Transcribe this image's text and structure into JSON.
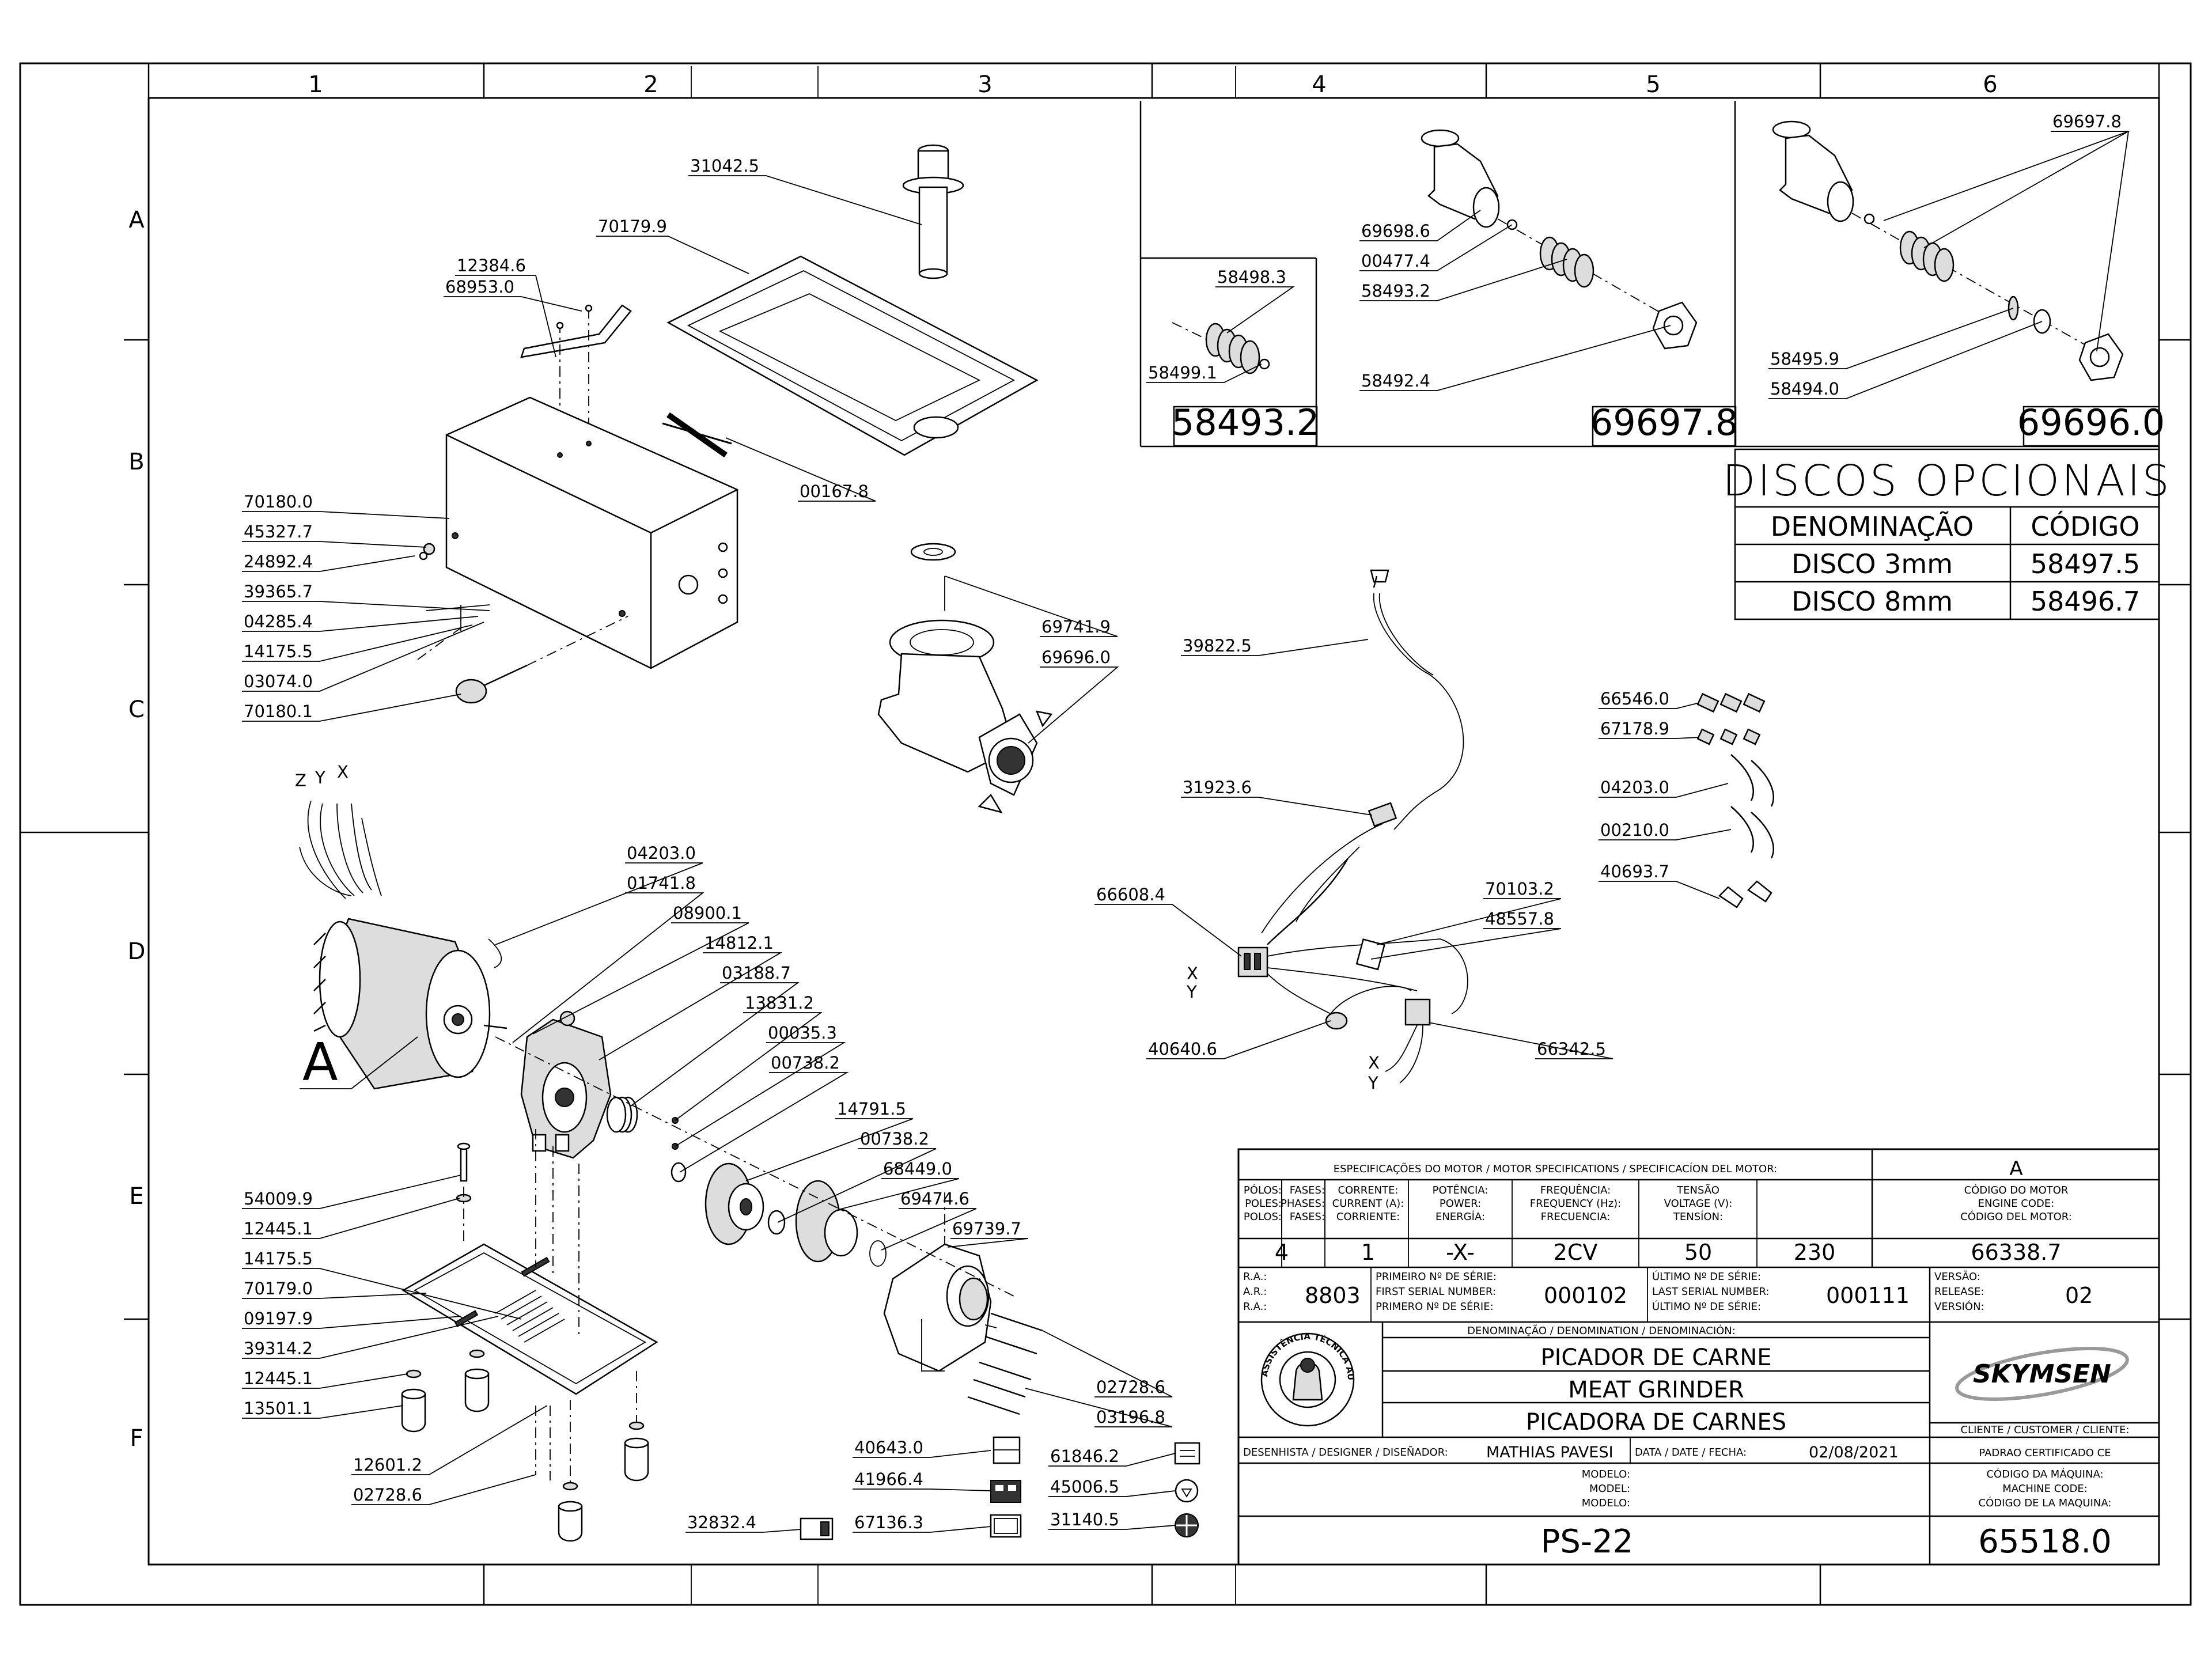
{
  "border": {
    "columns": [
      "1",
      "2",
      "3",
      "4",
      "5",
      "6"
    ],
    "rows": [
      "A",
      "B",
      "C",
      "D",
      "E",
      "F"
    ]
  },
  "parts": {
    "p31042_5": "31042.5",
    "p70179_9": "70179.9",
    "p12384_6": "12384.6",
    "p68953_0": "68953.0",
    "p00167_8": "00167.8",
    "p70180_0": "70180.0",
    "p45327_7": "45327.7",
    "p24892_4": "24892.4",
    "p39365_7": "39365.7",
    "p04285_4": "04285.4",
    "p14175_5a": "14175.5",
    "p03074_0": "03074.0",
    "p70180_1": "70180.1",
    "p69741_9": "69741.9",
    "p69696_0a": "69696.0",
    "p04203_0a": "04203.0",
    "p01741_8": "01741.8",
    "p08900_1": "08900.1",
    "p14812_1": "14812.1",
    "p03188_7": "03188.7",
    "p13831_2": "13831.2",
    "p00035_3": "00035.3",
    "p00738_2a": "00738.2",
    "p14791_5": "14791.5",
    "p00738_2b": "00738.2",
    "p68449_0": "68449.0",
    "p69474_6": "69474.6",
    "p69739_7": "69739.7",
    "p54009_9": "54009.9",
    "p12445_1a": "12445.1",
    "p14175_5b": "14175.5",
    "p70179_0": "70179.0",
    "p09197_9": "09197.9",
    "p39314_2": "39314.2",
    "p12445_1b": "12445.1",
    "p13501_1": "13501.1",
    "p12601_2": "12601.2",
    "p02728_6a": "02728.6",
    "p02728_6b": "02728.6",
    "p03196_8": "03196.8",
    "p40643_0": "40643.0",
    "p41966_4": "41966.4",
    "p67136_3": "67136.3",
    "p32832_4": "32832.4",
    "p61846_2": "61846.2",
    "p45006_5": "45006.5",
    "p31140_5": "31140.5",
    "p39822_5": "39822.5",
    "p31923_6": "31923.6",
    "p66608_4": "66608.4",
    "p70103_2": "70103.2",
    "p48557_8": "48557.8",
    "p40640_6": "40640.6",
    "p66342_5": "66342.5",
    "p66546_0": "66546.0",
    "p67178_9": "67178.9",
    "p04203_0b": "04203.0",
    "p00210_0": "00210.0",
    "p40693_7": "40693.7",
    "p58498_3": "58498.3",
    "p58499_1": "58499.1",
    "p69698_6": "69698.6",
    "p00477_4": "00477.4",
    "p58493_2": "58493.2",
    "p58492_4": "58492.4",
    "p69697_8": "69697.8",
    "p58495_9": "58495.9",
    "p58494_0": "58494.0"
  },
  "detail_boxes": {
    "box1": "58493.2",
    "box2": "69697.8",
    "box3": "69696.0"
  },
  "view_letter": "A",
  "axes_labels": {
    "z": "Z",
    "y": "Y",
    "x": "X",
    "wx": "X",
    "wy": "Y",
    "sx": "X",
    "sy": "Y"
  },
  "discos": {
    "title": "DISCOS OPCIONAIS",
    "col_name": "DENOMINAÇÃO",
    "col_code": "CÓDIGO",
    "rows": [
      {
        "name": "DISCO 3mm",
        "code": "58497.5"
      },
      {
        "name": "DISCO 8mm",
        "code": "58496.7"
      }
    ]
  },
  "title_block": {
    "motor_spec_header": "ESPECIFICAÇÕES DO MOTOR / MOTOR SPECIFICATIONS / SPECIFICACÍON DEL MOTOR:",
    "version_letter": "A",
    "poles_label": [
      "PÓLOS:",
      "POLES:",
      "POLOS:"
    ],
    "phases_label": [
      "FASES:",
      "PHASES:",
      "FASES:"
    ],
    "current_label": [
      "CORRENTE:",
      "CURRENT (A):",
      "CORRIENTE:"
    ],
    "power_label": [
      "POTÊNCIA:",
      "POWER:",
      "ENERGÍA:"
    ],
    "frequency_label": [
      "FREQUÊNCIA:",
      "FREQUENCY (Hz):",
      "FRECUENCIA:"
    ],
    "voltage_label": [
      "TENSÃO",
      "VOLTAGE (V):",
      "TENSÍON:"
    ],
    "engine_code_label": [
      "CÓDIGO DO MOTOR",
      "ENGINE CODE:",
      "CÓDIGO DEL MOTOR:"
    ],
    "poles": "4",
    "phases": "1",
    "current": "-X-",
    "power": "2CV",
    "frequency": "50",
    "voltage": "230",
    "engine_code": "66338.7",
    "ar_label": [
      "R.A.:",
      "A.R.:",
      "R.A.:"
    ],
    "ar": "8803",
    "first_serial_label": [
      "PRIMEIRO Nº DE SÉRIE:",
      "FIRST SERIAL NUMBER:",
      "PRIMERO Nº DE SÉRIE:"
    ],
    "first_serial": "000102",
    "last_serial_label": [
      "ÚLTIMO Nº DE SÉRIE:",
      "LAST SERIAL NUMBER:",
      "ÚLTIMO Nº DE SÉRIE:"
    ],
    "last_serial": "000111",
    "release_label": [
      "VERSÃO:",
      "RELEASE:",
      "VERSIÓN:"
    ],
    "release": "02",
    "denomination_label": "DENOMINAÇÃO / DENOMINATION / DENOMINACIÓN:",
    "name_pt": "PICADOR DE CARNE",
    "name_en": "MEAT GRINDER",
    "name_es": "PICADORA DE CARNES",
    "brand": "SKYMSEN",
    "seal_text": "ASSISTÊNCIA TÉCNICA AUTORIZADA",
    "client_label": "CLIENTE / CUSTOMER / CLIENTE:",
    "client": "PADRAO CERTIFICADO CE",
    "designer_label": "DESENHISTA / DESIGNER / DISEÑADOR:",
    "designer": "MATHIAS PAVESI",
    "date_label": "DATA / DATE / FECHA:",
    "date": "02/08/2021",
    "model_label": [
      "MODELO:",
      "MODEL:",
      "MODELO:"
    ],
    "machine_code_label": [
      "CÓDIGO DA MÁQUINA:",
      "MACHINE CODE:",
      "CÓDIGO DE LA MAQUINA:"
    ],
    "model": "PS-22",
    "machine_code": "65518.0"
  }
}
